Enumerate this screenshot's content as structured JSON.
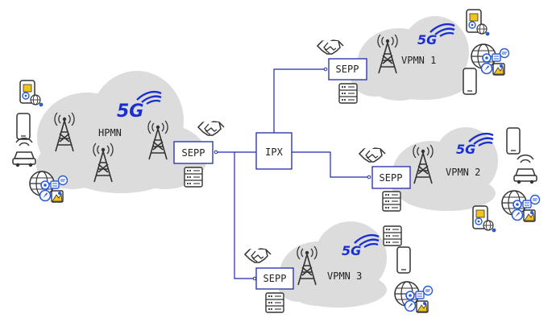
{
  "networks": {
    "hpmn": {
      "name": "HPMN",
      "badge": "5G"
    },
    "vpmn1": {
      "name": "VPMN 1",
      "badge": "5G"
    },
    "vpmn2": {
      "name": "VPMN 2",
      "badge": "5G"
    },
    "vpmn3": {
      "name": "VPMN 3",
      "badge": "5G"
    }
  },
  "nodes": {
    "ipx": {
      "label": "IPX"
    },
    "sepp_home": {
      "label": "SEPP"
    },
    "sepp_v1": {
      "label": "SEPP"
    },
    "sepp_v2": {
      "label": "SEPP"
    },
    "sepp_v3": {
      "label": "SEPP"
    }
  },
  "colors": {
    "line": "#1f2ba8",
    "cloud": "#dcdcdc",
    "badge": "#1a2fd0",
    "icon": "#333333",
    "accent_blue": "#2a5bd7",
    "accent_yellow": "#f2c417"
  },
  "icons": [
    "handshake-icon",
    "server-icon",
    "antenna-tower-icon",
    "smartphone-icon",
    "car-icon",
    "globe-apps-icon",
    "phone-app-icon"
  ]
}
